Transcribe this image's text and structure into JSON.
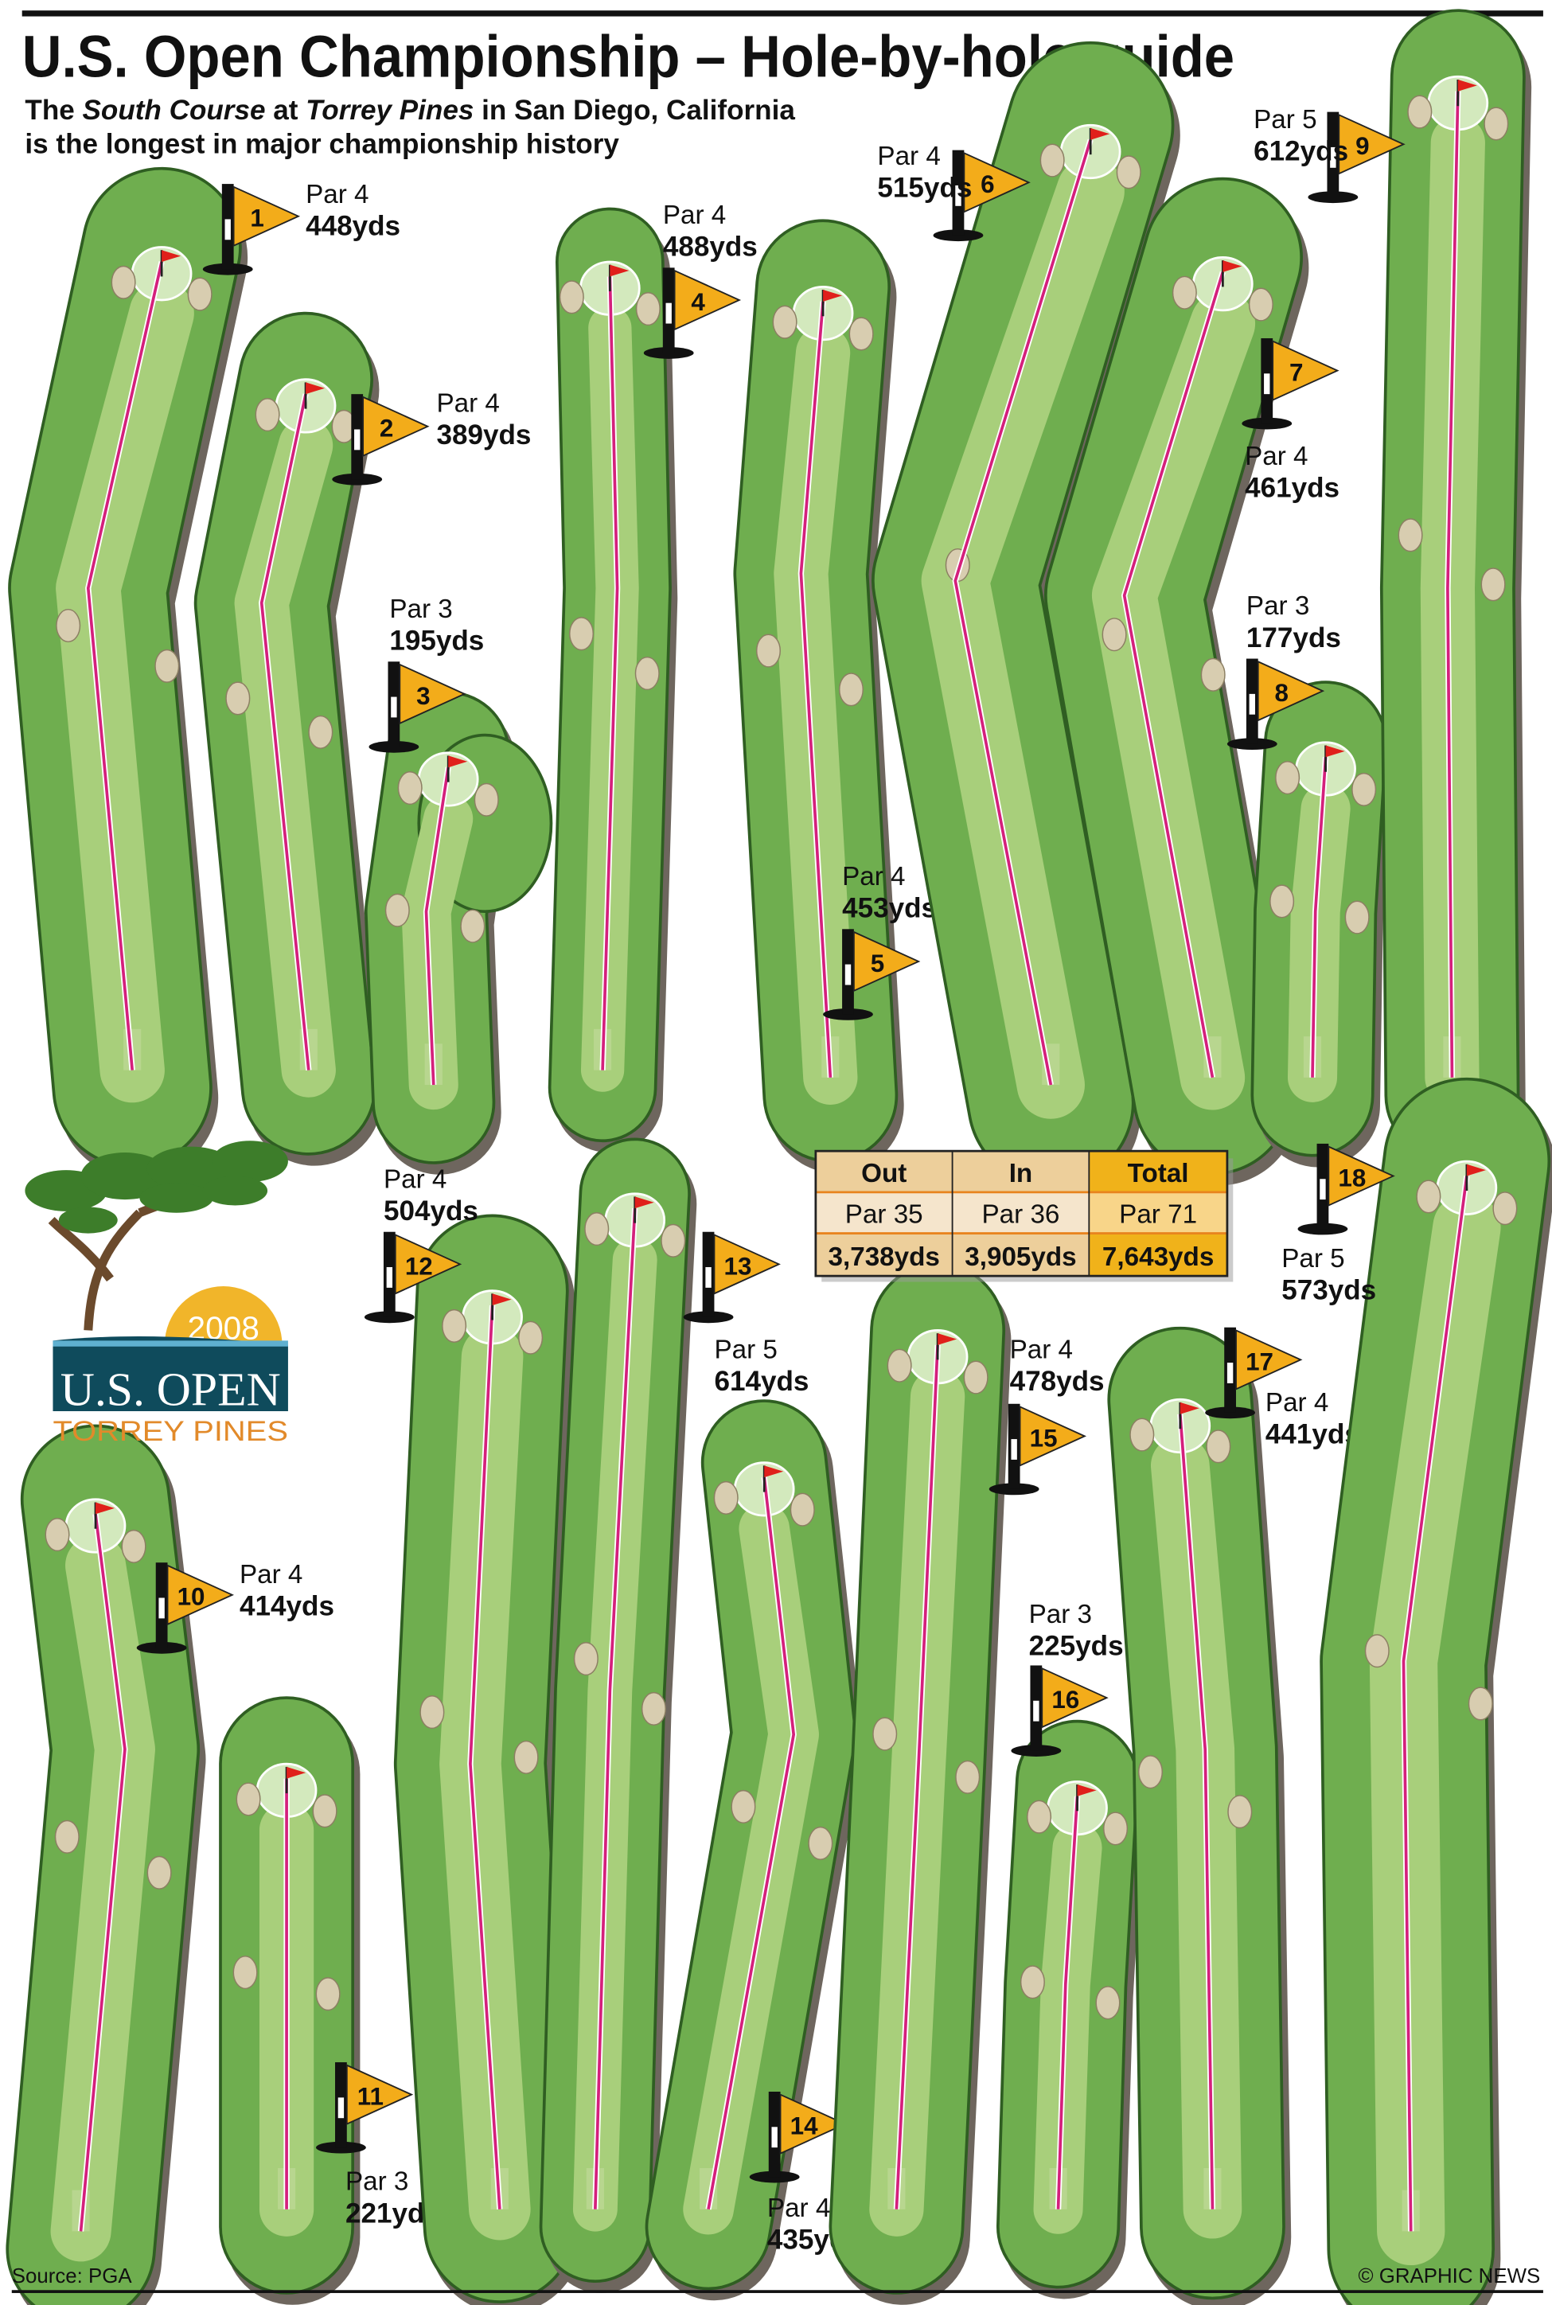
{
  "header": {
    "title": "U.S. Open Championship – Hole-by-hole guide",
    "subtitle": {
      "p1": "The ",
      "p2": "South Course",
      "p3": " at ",
      "p4": "Torrey Pines",
      "p5": " in San Diego, California",
      "line2": "is the longest in major championship history"
    }
  },
  "holes": [
    {
      "number": "1",
      "par": "Par 4",
      "yards": "448yds"
    },
    {
      "number": "2",
      "par": "Par 4",
      "yards": "389yds"
    },
    {
      "number": "3",
      "par": "Par 3",
      "yards": "195yds"
    },
    {
      "number": "4",
      "par": "Par 4",
      "yards": "488yds"
    },
    {
      "number": "5",
      "par": "Par 4",
      "yards": "453yds"
    },
    {
      "number": "6",
      "par": "Par 4",
      "yards": "515yds"
    },
    {
      "number": "7",
      "par": "Par 4",
      "yards": "461yds"
    },
    {
      "number": "8",
      "par": "Par 3",
      "yards": "177yds"
    },
    {
      "number": "9",
      "par": "Par 5",
      "yards": "612yds"
    },
    {
      "number": "10",
      "par": "Par 4",
      "yards": "414yds"
    },
    {
      "number": "11",
      "par": "Par 3",
      "yards": "221yds"
    },
    {
      "number": "12",
      "par": "Par 4",
      "yards": "504yds"
    },
    {
      "number": "13",
      "par": "Par 5",
      "yards": "614yds"
    },
    {
      "number": "14",
      "par": "Par 4",
      "yards": "435yds"
    },
    {
      "number": "15",
      "par": "Par 4",
      "yards": "478yds"
    },
    {
      "number": "16",
      "par": "Par 3",
      "yards": "225yds"
    },
    {
      "number": "17",
      "par": "Par 4",
      "yards": "441yds"
    },
    {
      "number": "18",
      "par": "Par 5",
      "yards": "573yds"
    }
  ],
  "summary_table": {
    "headers": [
      "Out",
      "In",
      "Total"
    ],
    "par_row": [
      "Par 35",
      "Par 36",
      "Par 71"
    ],
    "yards_row": [
      "3,738yds",
      "3,905yds",
      "7,643yds"
    ]
  },
  "logo": {
    "year": "2008",
    "name": "U.S. OPEN",
    "venue": "TORREY PINES"
  },
  "footer": {
    "source": "Source: PGA",
    "credit": "© GRAPHIC NEWS"
  },
  "colors": {
    "rough": "#6fae4f",
    "fairway": "#a8cf7b",
    "green": "#d3e9bd",
    "bunker": "#d8cdb0",
    "line": "#d4207c",
    "flag": "#f3ac1a",
    "shadow": "#6e665e",
    "logo_navy": "#0f4b5c",
    "logo_orange": "#e28a2a"
  }
}
